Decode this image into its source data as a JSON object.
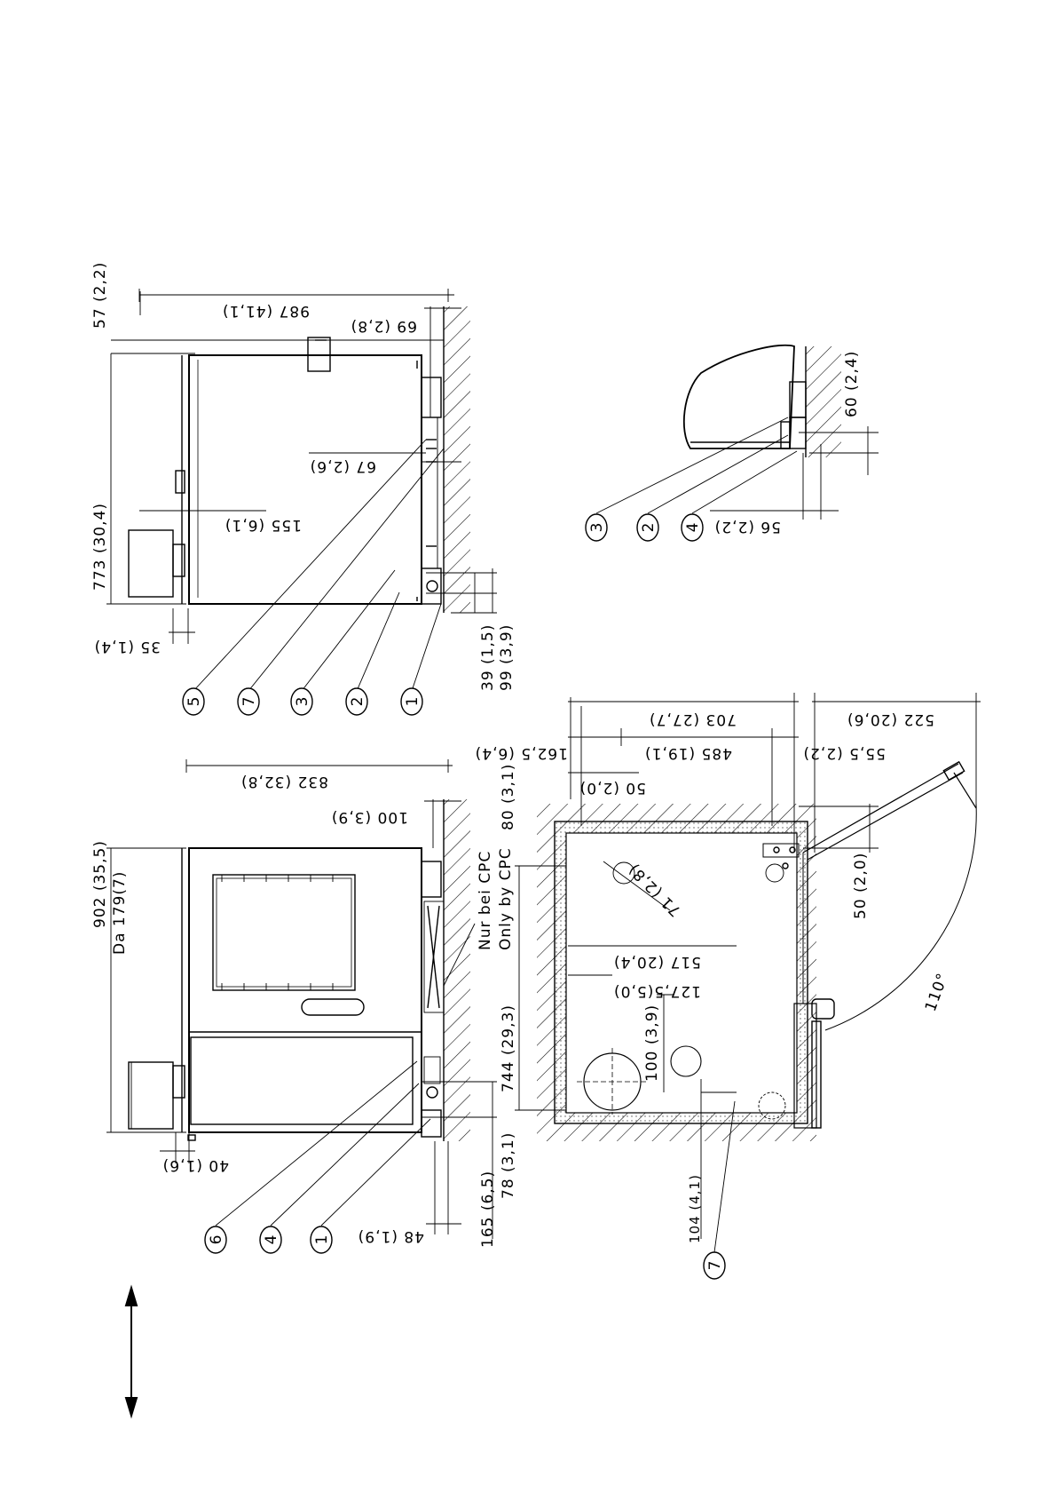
{
  "drawing": {
    "front_view_upright": {
      "dims": {
        "d902": "902  (35,5)",
        "dDa": "Da 179(7)",
        "d40": "40  (1,6)",
        "d832": "832  (32,8)",
        "d100": "100  (3,9)",
        "d48": "48  (1,9)",
        "d165": "165  (6,5)",
        "d78": "78  (3,1)",
        "d744": "744  (29,3)",
        "d80": "80  (3,1)",
        "nur_bei_cpc": "Nur bei CPC",
        "only_by_cpc": "Only by CPC"
      },
      "callouts": [
        "6",
        "4",
        "1"
      ]
    },
    "side_view_upright": {
      "dims": {
        "d57": "57  (2,2)",
        "d773": "773  (30,4)",
        "d987": "987  (41,1)",
        "d69": "69  (2,8)",
        "d67": "67  (2,6)",
        "d155": "155    (6,1)",
        "d35": "35  (1,4)",
        "d39": "39  (1,5)",
        "d99": "99  (3,9)"
      },
      "callouts": [
        "5",
        "7",
        "3",
        "2",
        "1"
      ]
    },
    "detail_view": {
      "dims": {
        "d60": "60  (2,4)",
        "d56": "56  (2,2)"
      },
      "callouts": [
        "3",
        "2",
        "4"
      ]
    },
    "plan_view": {
      "dims": {
        "d703": "703  (27,7)",
        "d522": "522  (20,6)",
        "d1625": "162,5  (6,4)",
        "d485": "485   (19,1)",
        "d555": "55,5  (2,2)",
        "d50a": "50  (2,0)",
        "d71": "71  (2,8)",
        "d517": "517  (20,4)",
        "d1275": "127,5(5,0)",
        "d100b": "100  (3,9)",
        "d104": "104 (4,1)",
        "d50b": "50  (2,0)",
        "d110": "110°"
      },
      "callouts": [
        "7"
      ]
    }
  }
}
